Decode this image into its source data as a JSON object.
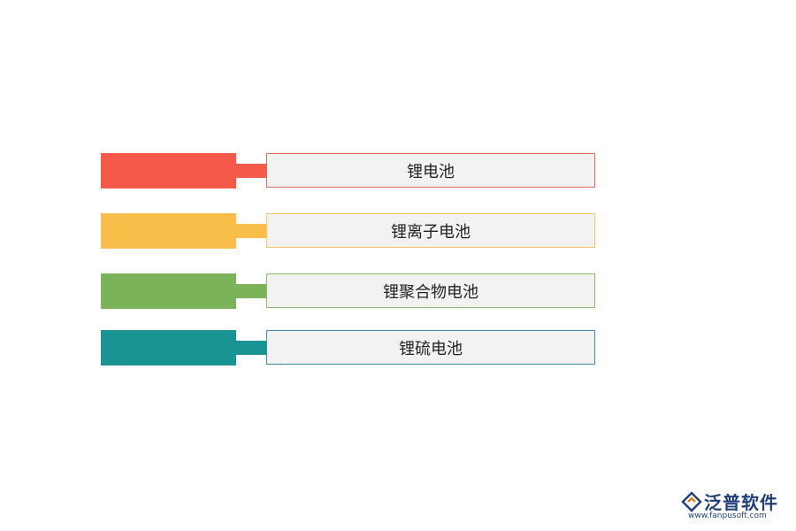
{
  "items": [
    {
      "label": "锂电池",
      "color": "#f4594a",
      "icon": "right-arrow-icon"
    },
    {
      "label": "锂离子电池",
      "color": "#f9be4a",
      "icon": "right-arrow-icon"
    },
    {
      "label": "锂聚合物电池",
      "color": "#7bb35a",
      "icon": "right-arrow-icon"
    },
    {
      "label": "锂硫电池",
      "color": "#1a9393",
      "icon": "right-arrow-icon"
    }
  ],
  "brand": {
    "name": "泛普软件",
    "url": "www.fanpusoft.com",
    "colors": {
      "primary": "#1f3f7a",
      "accent": "#e67e22"
    }
  }
}
